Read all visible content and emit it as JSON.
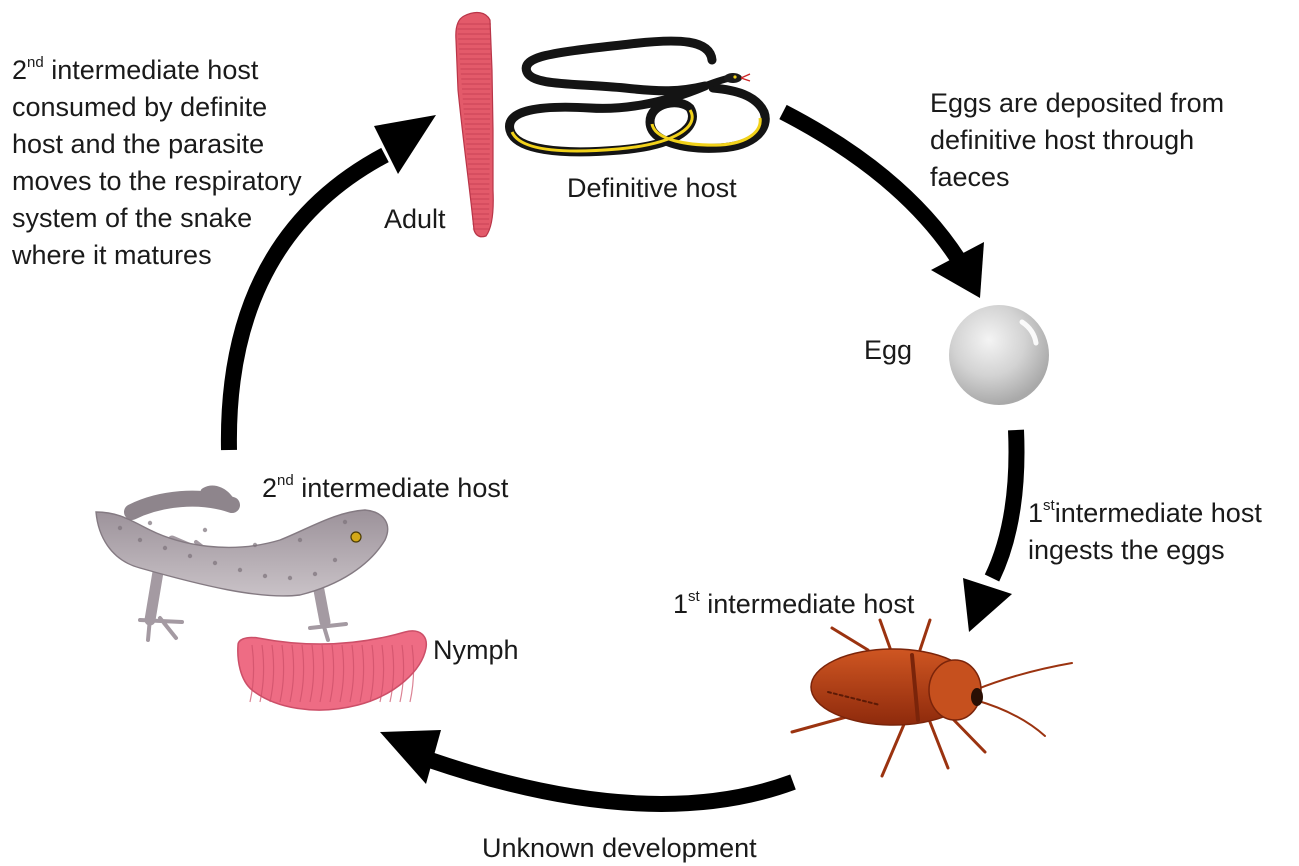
{
  "colors": {
    "arrow": "#000000",
    "worm": "#e35a6a",
    "nymph": "#ee6c84",
    "snake_body": "#151515",
    "snake_stripe": "#f2d21a",
    "egg": "#cfcfcf",
    "roach": "#b23a12",
    "gecko": "#a89ea6"
  },
  "icons": {
    "adult": "adult-worm-icon",
    "snake": "snake-icon",
    "egg": "egg-icon",
    "roach": "cockroach-icon",
    "gecko": "gecko-icon",
    "nymph": "nymph-icon"
  },
  "labels": {
    "adult": "Adult",
    "definitive_host": "Definitive host",
    "egg": "Egg",
    "first_host": {
      "num": "1",
      "sup": "st",
      "text": " intermediate host"
    },
    "second_host": {
      "num": "2",
      "sup": "nd",
      "text": " intermediate host"
    },
    "nymph": "Nymph"
  },
  "notes": {
    "eggs_deposited": [
      "Eggs are deposited from",
      "definitive host through",
      "faeces"
    ],
    "ingests": {
      "num": "1",
      "sup": "st",
      "line1_rest": "intermediate host",
      "line2": "ingests the eggs"
    },
    "unknown": "Unknown development",
    "consumed": {
      "num": "2",
      "sup": "nd",
      "line1_rest": " intermediate host",
      "lines": [
        "consumed by definite",
        "host and the parasite",
        "moves to the respiratory",
        "system of the snake",
        "where it matures"
      ]
    }
  }
}
